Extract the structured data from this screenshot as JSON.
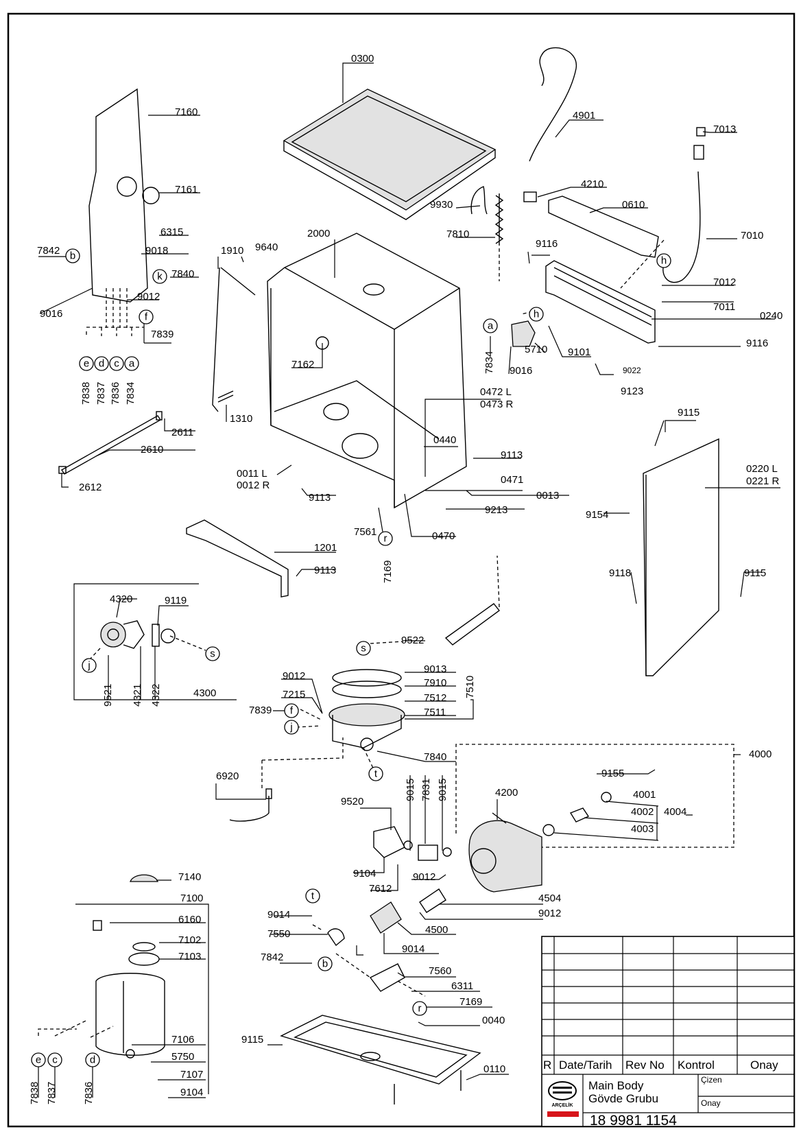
{
  "part_numbers": {
    "p0300": "0300",
    "p4901": "4901",
    "p7013": "7013",
    "p7160": "7160",
    "p7161": "7161",
    "p4210": "4210",
    "p0610": "0610",
    "p9930": "9930",
    "p7810": "7810",
    "p7010": "7010",
    "p6315": "6315",
    "p9018": "9018",
    "p7842a": "7842",
    "p7840a": "7840",
    "p2000": "2000",
    "p1910": "1910",
    "p9640": "9640",
    "p9116a": "9116",
    "p7012": "7012",
    "p7011": "7011",
    "p0240": "0240",
    "p9012a": "9012",
    "p9016a": "9016",
    "p7839a": "7839",
    "p5710": "5710",
    "p9101": "9101",
    "p9116b": "9116",
    "p9016b": "9016",
    "p9022": "9022",
    "p9123": "9123",
    "p7834a": "7834",
    "p7162": "7162",
    "p7838a": "7838",
    "p7837a": "7837",
    "p7836a": "7836",
    "p7834b": "7834",
    "p0472": "0472 L",
    "p0473": "0473 R",
    "p1310": "1310",
    "p2611": "2611",
    "p9115a": "9115",
    "p0440": "0440",
    "p2610": "2610",
    "p9113a": "9113",
    "p0220": "0220 L",
    "p0221": "0221 R",
    "p0011": "0011 L",
    "p0012": "0012 R",
    "p0471": "0471",
    "p2612": "2612",
    "p9113b": "9113",
    "p0013": "0013",
    "p9213": "9213",
    "p9154": "9154",
    "p7561": "7561",
    "p0470": "0470",
    "p7169a": "7169",
    "p1201": "1201",
    "p9113c": "9113",
    "p9118": "9118",
    "p9115b": "9115",
    "p4320": "4320",
    "p9119": "9119",
    "p9522": "9522",
    "p9521": "9521",
    "p4321": "4321",
    "p4322": "4322",
    "p4300": "4300",
    "p9012b": "9012",
    "p9013": "9013",
    "p7910": "7910",
    "p7510": "7510",
    "p7215": "7215",
    "p7512": "7512",
    "p7839b": "7839",
    "p7511": "7511",
    "p7840b": "7840",
    "p4000": "4000",
    "p6920": "6920",
    "p9155": "9155",
    "p4001": "4001",
    "p4002": "4002",
    "p4004": "4004",
    "p4003": "4003",
    "p9520": "9520",
    "p9015a": "9015",
    "p7831": "7831",
    "p9015b": "9015",
    "p4200": "4200",
    "p9104a": "9104",
    "p7612": "7612",
    "p9012c": "9012",
    "p7140": "7140",
    "p7100": "7100",
    "p4504": "4504",
    "p9014a": "9014",
    "p9012d": "9012",
    "p6160": "6160",
    "p7550": "7550",
    "p4500": "4500",
    "p9014b": "9014",
    "p7102": "7102",
    "p7103": "7103",
    "p7842b": "7842",
    "p7560": "7560",
    "p6311": "6311",
    "p7169b": "7169",
    "p0040": "0040",
    "p9115c": "9115",
    "p7106": "7106",
    "p5750": "5750",
    "p7107": "7107",
    "p0110": "0110",
    "p9104b": "9104",
    "p7838b": "7838",
    "p7837b": "7837",
    "p7836b": "7836"
  },
  "connectors": {
    "b1": "b",
    "k": "k",
    "f1": "f",
    "e1": "e",
    "d1": "d",
    "c1": "c",
    "a1": "a",
    "h1": "h",
    "a2": "a",
    "h2": "h",
    "r1": "r",
    "s1": "s",
    "j1": "j",
    "s2": "s",
    "f2": "f",
    "j2": "j",
    "t1": "t",
    "t2": "t",
    "b2": "b",
    "r2": "r",
    "e2": "e",
    "c2": "c",
    "d2": "d"
  },
  "title_block": {
    "rev_header": "R",
    "date_header": "Date/Tarih",
    "rev_no_header": "Rev No",
    "kontrol_header": "Kontrol",
    "onay_header": "Onay",
    "title_en": "Main Body",
    "title_tr": "Gövde Grubu",
    "cizen_label": "Çizen",
    "onay_label": "Onay",
    "drawing_number": "18 9981 1154",
    "logo_text": "ARÇELİK",
    "logo_color": "#d7141a"
  }
}
